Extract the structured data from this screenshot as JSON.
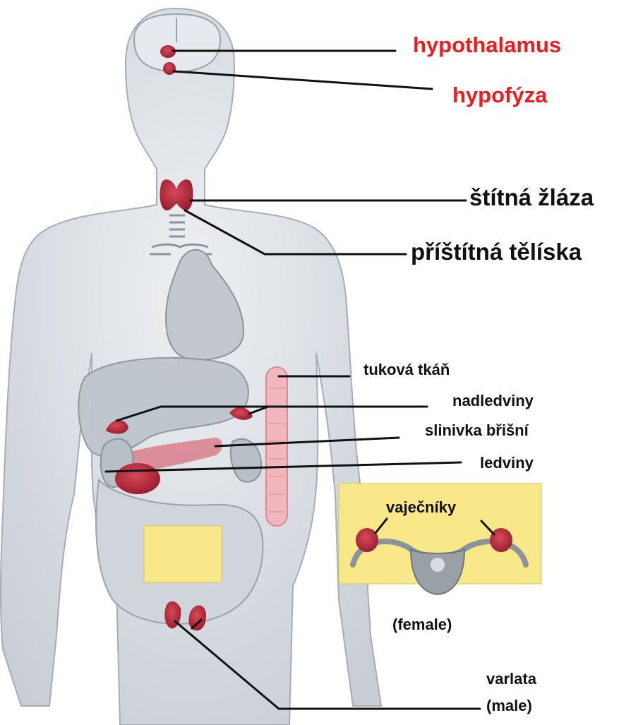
{
  "labels": {
    "hypothalamus": "hypothalamus",
    "hypofyza": "hypofýza",
    "stitna_zlaza": "štítná žláza",
    "pristitna_teliska": "příštítná tělíska",
    "tukova_tkan": "tuková tkáň",
    "nadledviny": "nadledviny",
    "slinivka": "slinivka břišní",
    "ledviny": "ledviny",
    "vajecniky": "vaječníky",
    "female": "(female)",
    "varlata": "varlata",
    "male": "(male)"
  },
  "colors": {
    "highlight_label": "#ee1c1c",
    "gland": "#b8303f",
    "body": "#d9dde2",
    "inset_bg": "#f8e88a"
  }
}
